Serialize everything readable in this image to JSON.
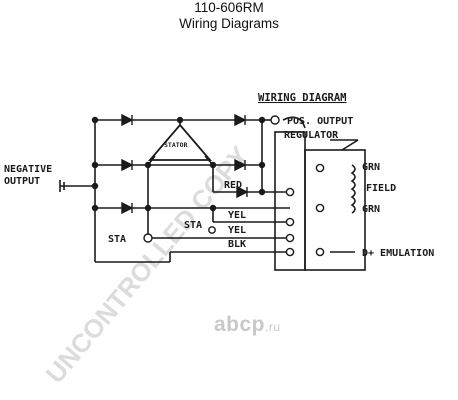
{
  "header": {
    "part_number": "110-606RM",
    "title": "Wiring Diagrams"
  },
  "diagram": {
    "heading": "WIRING DIAGRAM",
    "labels": {
      "negative": "NEGATIVE",
      "output": "OUTPUT",
      "stator": "STATOR",
      "pos_output": "POS. OUTPUT",
      "regulator": "REGULATOR",
      "grn_top": "GRN",
      "field": "FIELD",
      "grn_bottom": "GRN",
      "red": "RED",
      "yel_1": "YEL",
      "yel_2": "YEL",
      "blk": "BLK",
      "sta_left": "STA",
      "sta_mid": "STA",
      "d_plus": "D+ EMULATION"
    }
  },
  "watermark": {
    "text": "UNCONTROLLED COPY",
    "brand": "abcp",
    "brand_tld": ".ru"
  },
  "colors": {
    "line": "#1a1a1a",
    "watermark": "#dcdcdc"
  }
}
